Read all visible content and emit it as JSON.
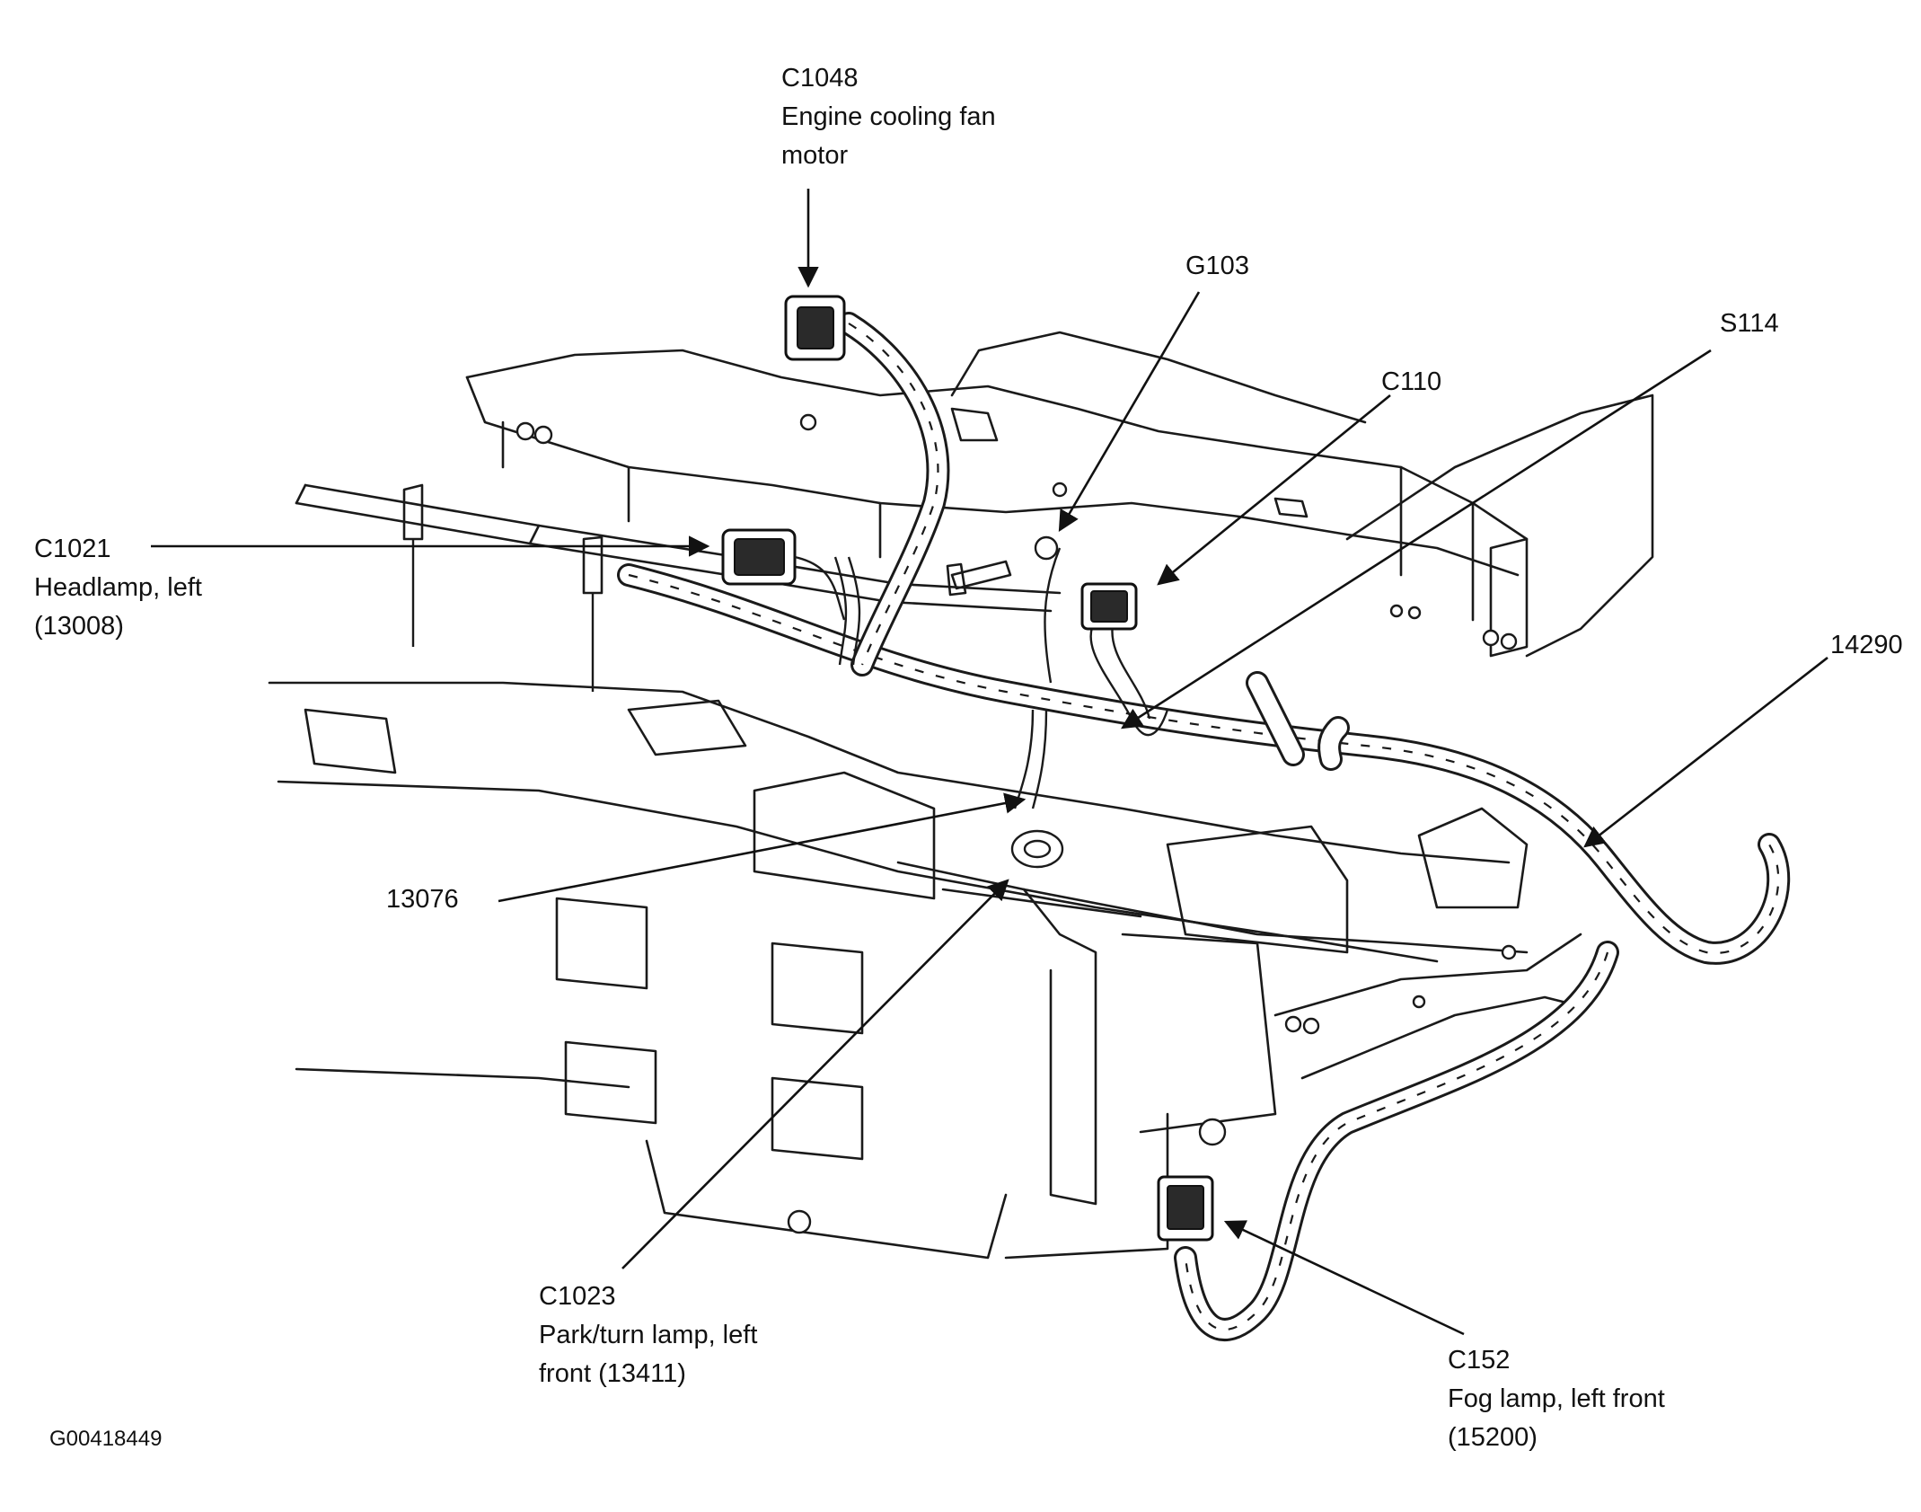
{
  "figure_id": "G00418449",
  "callouts": [
    {
      "id": "c1048",
      "lines": [
        "C1048",
        "Engine cooling fan",
        "motor"
      ]
    },
    {
      "id": "g103",
      "lines": [
        "G103"
      ]
    },
    {
      "id": "s114",
      "lines": [
        "S114"
      ]
    },
    {
      "id": "c110",
      "lines": [
        "C110"
      ]
    },
    {
      "id": "c1021",
      "lines": [
        "C1021",
        "Headlamp, left",
        "(13008)"
      ]
    },
    {
      "id": "p14290",
      "lines": [
        "14290"
      ]
    },
    {
      "id": "p13076",
      "lines": [
        "13076"
      ]
    },
    {
      "id": "c1023",
      "lines": [
        "C1023",
        "Park/turn lamp, left",
        "front (13411)"
      ]
    },
    {
      "id": "c152",
      "lines": [
        "C152",
        "Fog lamp, left front",
        "(15200)"
      ]
    }
  ]
}
